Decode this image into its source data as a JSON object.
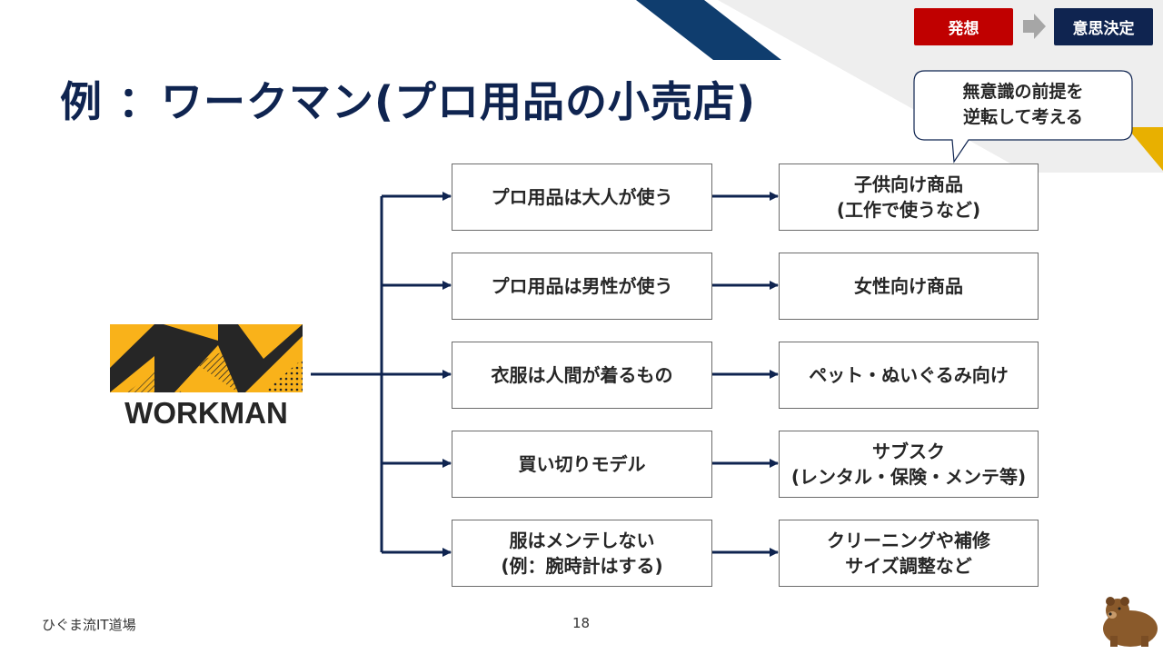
{
  "title": "例 ：ワークマン(プロ用品の小売店)",
  "flow": {
    "from": "発想",
    "to": "意思決定"
  },
  "callout": "無意識の前提を\n逆転して考える",
  "logo_text": "WORKMAN",
  "rows": [
    {
      "assumption": "プロ用品は大人が使う",
      "idea": "子供向け商品\n(工作で使うなど)"
    },
    {
      "assumption": "プロ用品は男性が使う",
      "idea": "女性向け商品"
    },
    {
      "assumption": "衣服は人間が着るもの",
      "idea": "ペット・ぬいぐるみ向け"
    },
    {
      "assumption": "買い切りモデル",
      "idea": "サブスク\n(レンタル・保険・メンテ等)"
    },
    {
      "assumption": "服はメンテしない\n(例：腕時計はする)",
      "idea": "クリーニングや補修\nサイズ調整など"
    }
  ],
  "footer": {
    "left": "ひぐま流IT道場",
    "page": "18"
  },
  "colors": {
    "navy": "#0f2450",
    "red": "#c00000",
    "yellow": "#f9b21a",
    "gray_arrow": "#a6a6a6"
  }
}
